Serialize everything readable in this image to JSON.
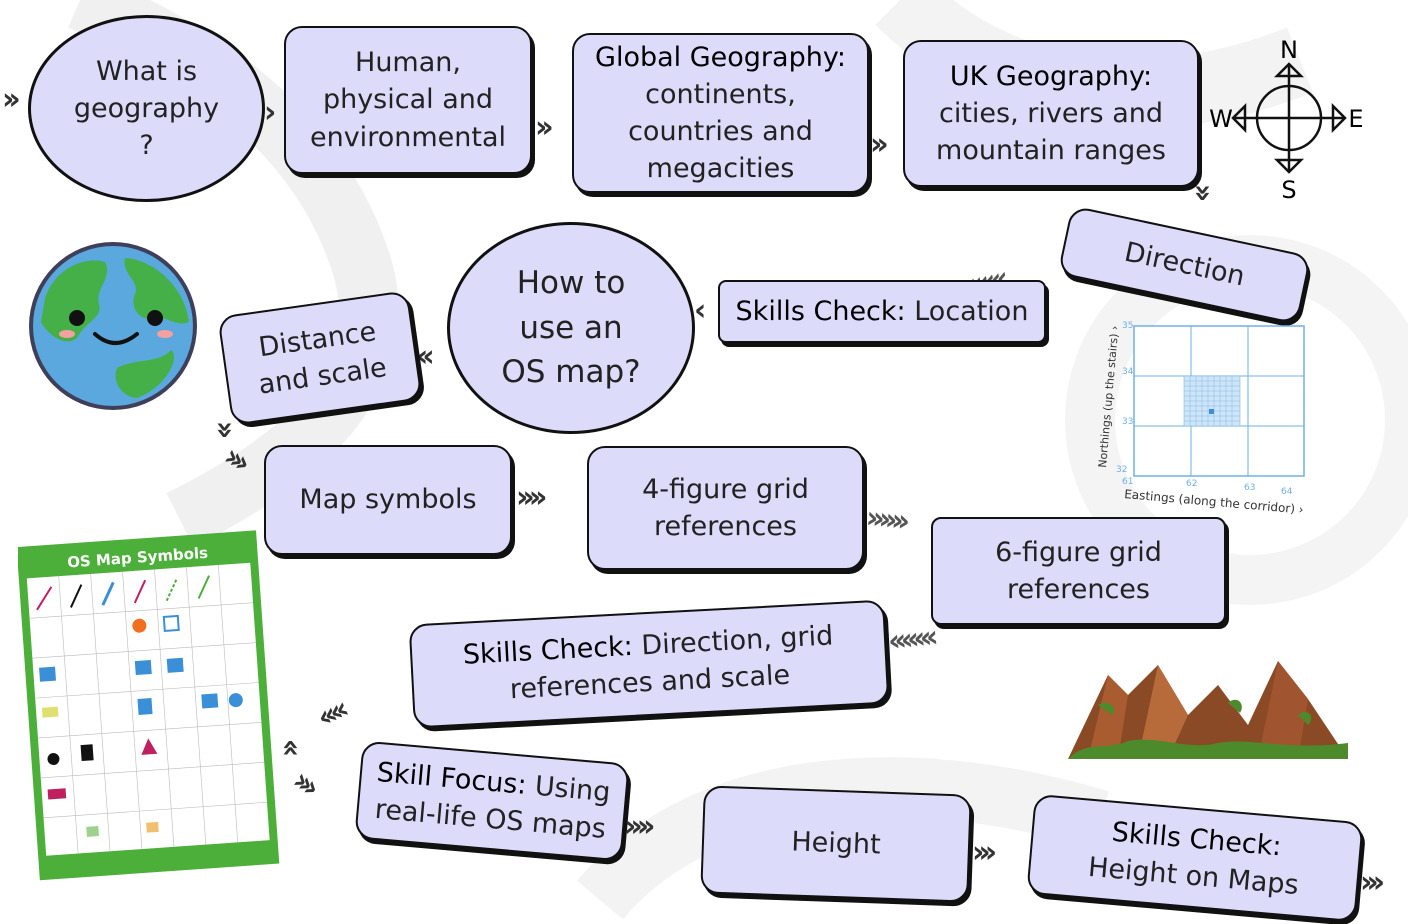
{
  "nodes": {
    "what_is_geography": "What is geography ?",
    "human_physical": "Human, physical and environmental",
    "global_geo_bold": "Global Geography:",
    "global_geo_rest": "continents, countries and megacities",
    "uk_geo_bold": "UK Geography:",
    "uk_geo_rest": "cities, rivers and mountain ranges",
    "direction": "Direction",
    "skills_location_bold": "Skills Check:",
    "skills_location_rest": "Location",
    "how_os_map": "How to use an OS map?",
    "distance_scale": "Distance and scale",
    "map_symbols": "Map symbols",
    "four_figure": "4-figure grid references",
    "six_figure": "6-figure grid references",
    "skills_direction_bold": "Skills Check:",
    "skills_direction_rest": "Direction, grid references and scale",
    "skill_focus_bold": "Skill Focus:",
    "skill_focus_rest": "Using real-life OS maps",
    "height": "Height",
    "skills_height_bold": "Skills Check:",
    "skills_height_rest": "Height on Maps"
  },
  "compass": {
    "n": "N",
    "e": "E",
    "s": "S",
    "w": "W"
  },
  "grid_chart": {
    "ylabel": "Northings (up the stairs) ›",
    "xlabel": "Eastings (along the corridor) ›",
    "yticks": [
      "35",
      "34",
      "33",
      "32"
    ],
    "xticks": [
      "61",
      "62",
      "63",
      "64"
    ]
  },
  "poster": {
    "title": "OS Map Symbols"
  },
  "colors": {
    "node_fill": "#dcdcfa",
    "border": "#111111",
    "accent": "#55aaee"
  }
}
